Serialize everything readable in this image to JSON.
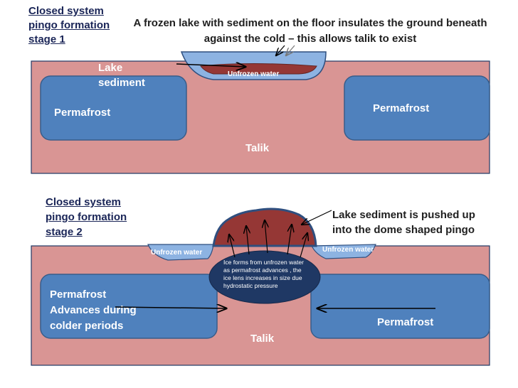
{
  "panel1": {
    "stage_title": "Closed system pingo formation stage 1",
    "caption": "A frozen lake with sediment on the floor insulates the ground beneath against the cold – this allows talik to exist",
    "lake_sediment_label": "Lake sediment",
    "unfrozen_water_label": "Unfrozen water",
    "permafrost_left": "Permafrost",
    "permafrost_right": "Permafrost",
    "talik_label": "Talik"
  },
  "panel2": {
    "stage_title": "Closed system pingo formation stage 2",
    "caption": "Lake sediment is pushed up into the dome shaped pingo",
    "unfrozen_water_left": "Unfrozen water",
    "unfrozen_water_right": "Unfrozen water",
    "ice_lens_text": "Ice forms from unfrozen water as permafrost advances , the ice lens increases in size due hydrostatic pressure",
    "permafrost_left": "Permafrost Advances during colder periods",
    "permafrost_right": "Permafrost",
    "talik_label": "Talik"
  },
  "colors": {
    "ground": "#d99594",
    "permafrost": "#4f81bd",
    "permafrost_border": "#385d8a",
    "ice": "#8db3e2",
    "sediment": "#953735",
    "text_dark": "#1a2557"
  }
}
